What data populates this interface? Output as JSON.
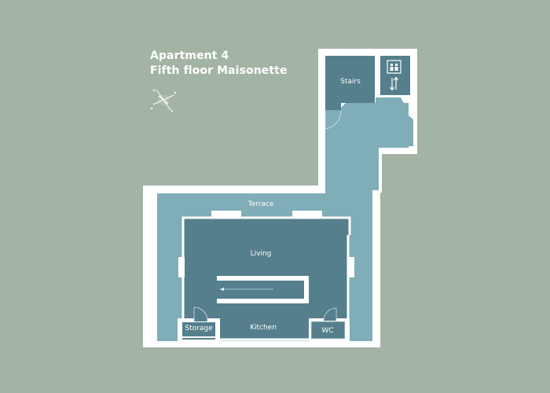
{
  "header": {
    "title": "Apartment 4",
    "subtitle": "Fifth floor Maisonette"
  },
  "icons": {
    "compass": "compass-rose-icon",
    "lift": "lift-icon",
    "lift_arrows": "up-down-arrows-icon",
    "stair_direction": "arrow-left-icon"
  },
  "rooms": {
    "stairs": "Stairs",
    "terrace": "Terrace",
    "living": "Living",
    "storage": "Storage",
    "kitchen": "Kitchen",
    "wc": "WC"
  },
  "colors": {
    "background": "#a3b3a4",
    "wall": "#ffffff",
    "circulation": "#7fadb8",
    "room": "#557f8c",
    "room_dark": "#4e7886"
  }
}
